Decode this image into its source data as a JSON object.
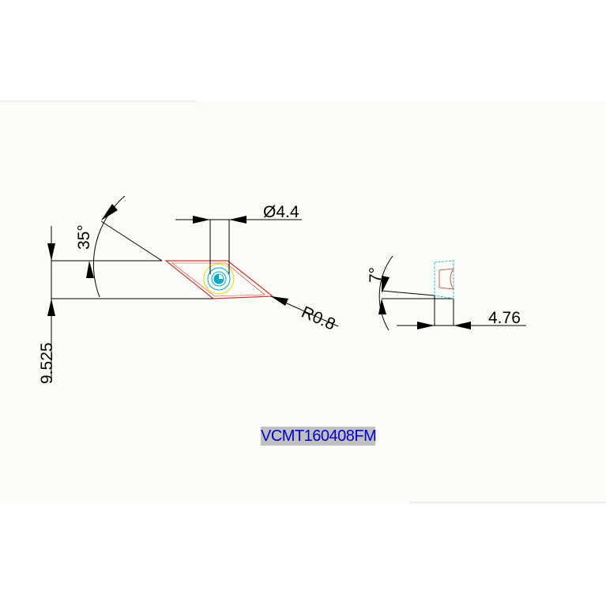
{
  "drawing": {
    "dimensions": {
      "angle_main": "35°",
      "hole_diameter": "Ø4.4",
      "corner_radius": "R0.8",
      "inscribed_circle": "9.525",
      "clearance_angle": "7°",
      "thickness": "4.76"
    },
    "part_label": "VCMT160408FM"
  },
  "colors": {
    "background": "#ffffff",
    "sheet": "#fbfcf8",
    "line": "#000000",
    "insert_outline": "#c0392b",
    "hole_cyan": "#00a8c8",
    "hole_yellow": "#e8d800",
    "label_bg": "#c0c0c0",
    "label_text": "#0000cc"
  }
}
